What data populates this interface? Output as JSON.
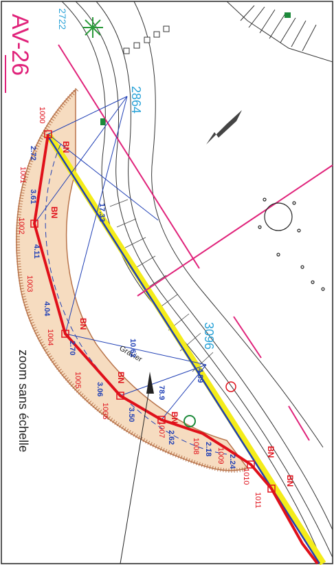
{
  "plan_code": "AV-26",
  "zoom_note": "zoom sans échelle",
  "surface_label": "Gravier",
  "parcel_numbers": [
    "2722",
    "2864",
    "3096"
  ],
  "boundary_marker_code": "BN",
  "boundary_points": [
    "1000",
    "1001",
    "1002",
    "1003",
    "1004",
    "1005",
    "1006",
    "1007",
    "1008",
    "1009",
    "1010",
    "1011"
  ],
  "segment_distances": [
    "2.72",
    "3.61",
    "4.11",
    "4.04",
    "2.70",
    "3.06",
    "3.50",
    "2.62",
    "2.18",
    "2.24"
  ],
  "diagonal_distances": [
    "17.33",
    "10.62",
    "4.89",
    "78.9"
  ],
  "colors": {
    "plan_code": "#e0227a",
    "parcel_number": "#2aa3d8",
    "boundary": "#e0101a",
    "measurement": "#1f3fb5",
    "highlight": "#f4ec1a",
    "protractor_fill": "#f6dcc0",
    "protractor_edge": "#b8734a",
    "pink_line": "#e0227a",
    "tree": "#2a9a3a",
    "marker_green": "#1c8a3a"
  }
}
